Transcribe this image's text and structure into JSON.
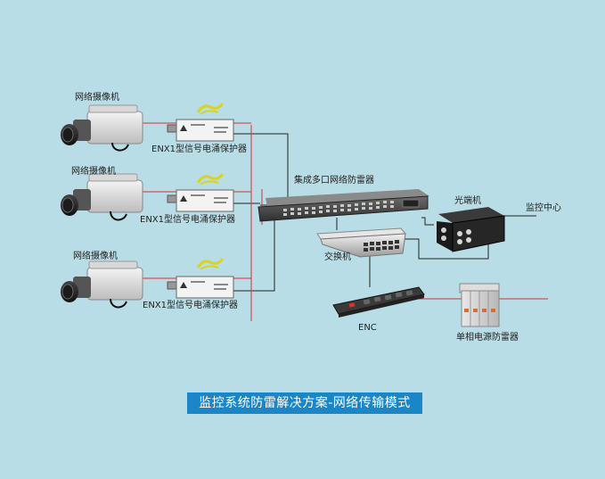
{
  "labels": {
    "camera": "网络摄像机",
    "protector": "ENX1型信号电涌保护器",
    "multiport": "集成多口网络防雷器",
    "optical": "光端机",
    "monitor": "监控中心",
    "switch": "交换机",
    "enc": "ENC",
    "power_spd": "单相电源防雷器"
  },
  "caption": "监控系统防雷解决方案-网络传输模式",
  "colors": {
    "background": "#b9dde6",
    "ground_line": "#e03030",
    "signal_line": "#222222",
    "caption_bg": "#1a86c8"
  }
}
